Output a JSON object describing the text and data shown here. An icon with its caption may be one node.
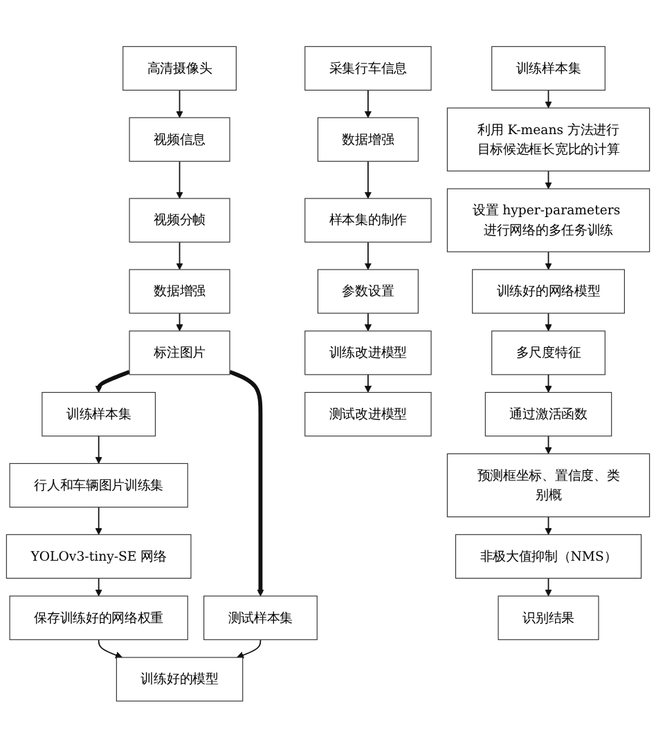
{
  "diagram": {
    "nodes": [
      {
        "text": [
          "高清摄像头"
        ]
      },
      {
        "text": [
          "视频信息"
        ]
      },
      {
        "text": [
          "视频分帧"
        ]
      },
      {
        "text": [
          "数据增强"
        ]
      },
      {
        "text": [
          "标注图片"
        ]
      },
      {
        "text": [
          "训练样本集"
        ]
      },
      {
        "text": [
          "测试样本集"
        ]
      },
      {
        "text": [
          "行人和车辆图片训练集"
        ]
      },
      {
        "text": [
          "YOLOv3-tiny-SE 网络"
        ]
      },
      {
        "text": [
          "保存训练好的网络权重"
        ]
      },
      {
        "text": [
          "训练好的模型"
        ]
      },
      {
        "text": [
          "采集行车信息"
        ]
      },
      {
        "text": [
          "数据增强"
        ]
      },
      {
        "text": [
          "样本集的制作"
        ]
      },
      {
        "text": [
          "参数设置"
        ]
      },
      {
        "text": [
          "训练改进模型"
        ]
      },
      {
        "text": [
          "测试改进模型"
        ]
      },
      {
        "text": [
          "训练样本集"
        ]
      },
      {
        "text": [
          "利用 K-means 方法进行目标候选框长宽比的计算"
        ]
      },
      {
        "text": [
          "设置 hyper-parameters 进行网络的多任务训练"
        ]
      },
      {
        "text": [
          "训练好的网络模型"
        ]
      },
      {
        "text": [
          "多尺度特征"
        ]
      },
      {
        "text": [
          "通过激活函数"
        ]
      },
      {
        "text": [
          "预测框坐标、置信度、类别概"
        ]
      },
      {
        "text": [
          "非极大值抑制（NMS）"
        ]
      },
      {
        "text": [
          "识别结果"
        ]
      }
    ],
    "edges": [
      {
        "from": 0,
        "to": 1,
        "arrow": "to"
      },
      {
        "from": 1,
        "to": 2,
        "arrow": "to"
      },
      {
        "from": 2,
        "to": 3,
        "arrow": "to"
      },
      {
        "from": 3,
        "to": 4,
        "arrow": "to"
      },
      {
        "from": 4,
        "to": 5,
        "arrow": "to",
        "style": "thick"
      },
      {
        "from": 4,
        "to": 6,
        "arrow": "to",
        "style": "thick"
      },
      {
        "from": 5,
        "to": 7,
        "arrow": "to"
      },
      {
        "from": 7,
        "to": 8,
        "arrow": "to"
      },
      {
        "from": 8,
        "to": 9,
        "arrow": "to"
      },
      {
        "from": 9,
        "to": 10,
        "arrow": "to"
      },
      {
        "from": 6,
        "to": 10,
        "arrow": "to"
      },
      {
        "from": 11,
        "to": 12,
        "arrow": "to"
      },
      {
        "from": 12,
        "to": 13,
        "arrow": "to"
      },
      {
        "from": 13,
        "to": 14,
        "arrow": "to"
      },
      {
        "from": 14,
        "to": 15,
        "arrow": "to"
      },
      {
        "from": 15,
        "to": 16,
        "arrow": "to"
      },
      {
        "from": 17,
        "to": 18,
        "arrow": "to"
      },
      {
        "from": 18,
        "to": 19,
        "arrow": "to"
      },
      {
        "from": 19,
        "to": 20,
        "arrow": "to"
      },
      {
        "from": 20,
        "to": 21,
        "arrow": "to"
      },
      {
        "from": 21,
        "to": 22,
        "arrow": "to"
      },
      {
        "from": 22,
        "to": 23,
        "arrow": "to"
      },
      {
        "from": 23,
        "to": 24,
        "arrow": "to"
      },
      {
        "from": 24,
        "to": 25,
        "arrow": "to"
      }
    ]
  }
}
